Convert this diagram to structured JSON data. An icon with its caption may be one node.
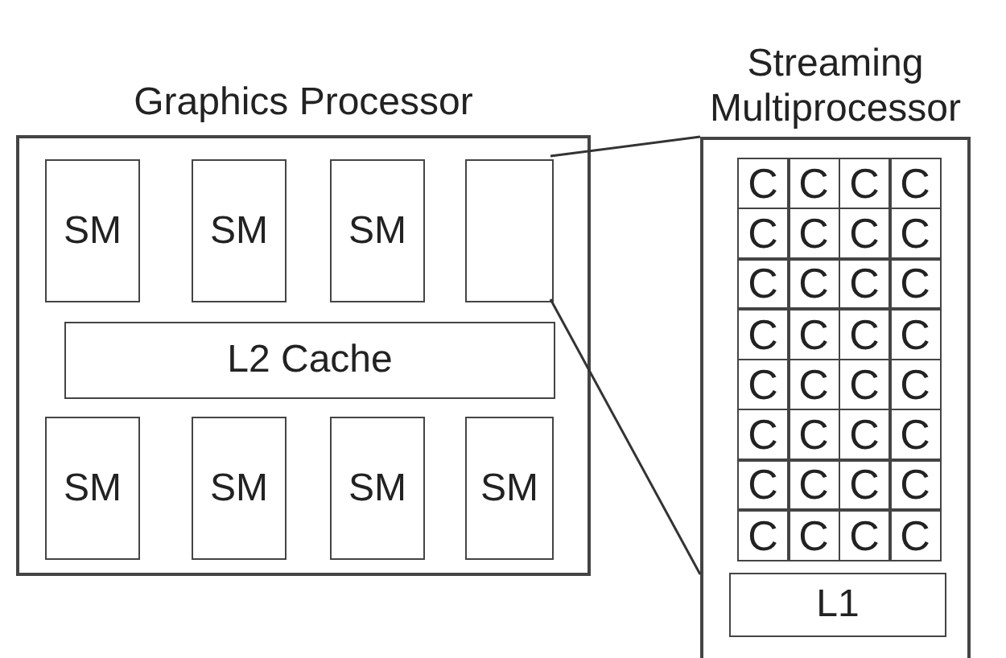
{
  "diagram": {
    "nodes": [
      {
        "text": [
          "Graphics Processor"
        ]
      },
      {
        "text": [
          "SM"
        ],
        "in": 0
      },
      {
        "text": [
          "SM"
        ],
        "in": 0
      },
      {
        "text": [
          "SM"
        ],
        "in": 0
      },
      {
        "text": [],
        "shape": "box",
        "in": 0
      },
      {
        "text": [
          "L2 Cache"
        ],
        "in": 0
      },
      {
        "text": [
          "SM"
        ],
        "in": 0
      },
      {
        "text": [
          "SM"
        ],
        "in": 0
      },
      {
        "text": [
          "SM"
        ],
        "in": 0
      },
      {
        "text": [
          "SM"
        ],
        "in": 0
      },
      {
        "text": [
          "Streaming Multiprocessor"
        ]
      },
      {
        "text": [
          "C"
        ],
        "in": 10
      },
      {
        "text": [
          "C"
        ],
        "in": 10
      },
      {
        "text": [
          "C"
        ],
        "in": 10
      },
      {
        "text": [
          "C"
        ],
        "in": 10
      },
      {
        "text": [
          "C"
        ],
        "in": 10
      },
      {
        "text": [
          "C"
        ],
        "in": 10
      },
      {
        "text": [
          "C"
        ],
        "in": 10
      },
      {
        "text": [
          "C"
        ],
        "in": 10
      },
      {
        "text": [
          "C"
        ],
        "in": 10
      },
      {
        "text": [
          "C"
        ],
        "in": 10
      },
      {
        "text": [
          "C"
        ],
        "in": 10
      },
      {
        "text": [
          "C"
        ],
        "in": 10
      },
      {
        "text": [
          "C"
        ],
        "in": 10
      },
      {
        "text": [
          "C"
        ],
        "in": 10
      },
      {
        "text": [
          "C"
        ],
        "in": 10
      },
      {
        "text": [
          "C"
        ],
        "in": 10
      },
      {
        "text": [
          "C"
        ],
        "in": 10
      },
      {
        "text": [
          "C"
        ],
        "in": 10
      },
      {
        "text": [
          "C"
        ],
        "in": 10
      },
      {
        "text": [
          "C"
        ],
        "in": 10
      },
      {
        "text": [
          "C"
        ],
        "in": 10
      },
      {
        "text": [
          "C"
        ],
        "in": 10
      },
      {
        "text": [
          "C"
        ],
        "in": 10
      },
      {
        "text": [
          "C"
        ],
        "in": 10
      },
      {
        "text": [
          "C"
        ],
        "in": 10
      },
      {
        "text": [
          "C"
        ],
        "in": 10
      },
      {
        "text": [
          "C"
        ],
        "in": 10
      },
      {
        "text": [
          "C"
        ],
        "in": 10
      },
      {
        "text": [
          "C"
        ],
        "in": 10
      },
      {
        "text": [
          "C"
        ],
        "in": 10
      },
      {
        "text": [
          "C"
        ],
        "in": 10
      },
      {
        "text": [
          "C"
        ],
        "in": 10
      },
      {
        "text": [
          "L1"
        ],
        "in": 10
      }
    ],
    "edges": [
      {
        "from": 4,
        "to": 10,
        "arrow": "none"
      },
      {
        "from": 4,
        "to": 10,
        "arrow": "none"
      }
    ]
  }
}
